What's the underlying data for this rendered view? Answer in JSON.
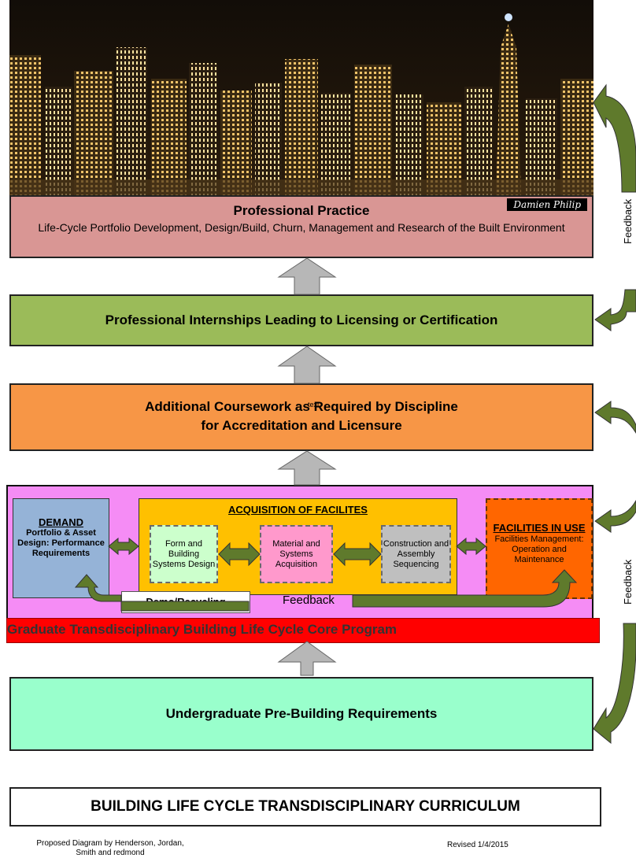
{
  "photo": {
    "signature": "Damien Philip"
  },
  "professional_practice": {
    "title": "Professional Practice",
    "subtitle": "Life-Cycle Portfolio Development, Design/Build, Churn, Management and Research of the Built Environment"
  },
  "internships": {
    "label": "Professional Internships Leading to Licensing or Certification"
  },
  "additional": {
    "line1": "Additional Coursework as Required by Discipline",
    "line2": "for Accreditation and Licensure",
    "stray_text": "text"
  },
  "core": {
    "demand": {
      "heading": "DEMAND",
      "body": "Portfolio & Asset Design: Performance Requirements"
    },
    "acquisition": {
      "heading": "ACQUISITION OF FACILITES",
      "steps": [
        "Form and Building Systems Design",
        "Material and Systems Acquisition",
        "Construction and Assembly Sequencing"
      ]
    },
    "facilities": {
      "heading": "FACILITIES IN USE",
      "body": "Facilities Management: Operation and Maintenance"
    },
    "demo_label": "Demo/Recycling",
    "feedback_label": "Feedback"
  },
  "graduate": {
    "label": "Graduate Transdisciplinary Building Life Cycle Core Program"
  },
  "undergrad": {
    "label": "Undergraduate Pre-Building Requirements"
  },
  "side_feedback": [
    "Feedback",
    "Feedback"
  ],
  "title": "BUILDING LIFE CYCLE TRANSDISCIPLINARY CURRICULUM",
  "footer": {
    "credit": "Proposed Diagram by Henderson, Jordan, Smith and redmond",
    "revised": "Revised 1/4/2015"
  },
  "colors": {
    "professional": "#d99694",
    "internship": "#9bbb59",
    "coursework": "#f79646",
    "core": "#f58cf5",
    "graduate": "#ff0000",
    "undergrad": "#99ffcc",
    "arrow_gray": "#b7b7b7",
    "arrow_green": "#5f7a2c"
  }
}
